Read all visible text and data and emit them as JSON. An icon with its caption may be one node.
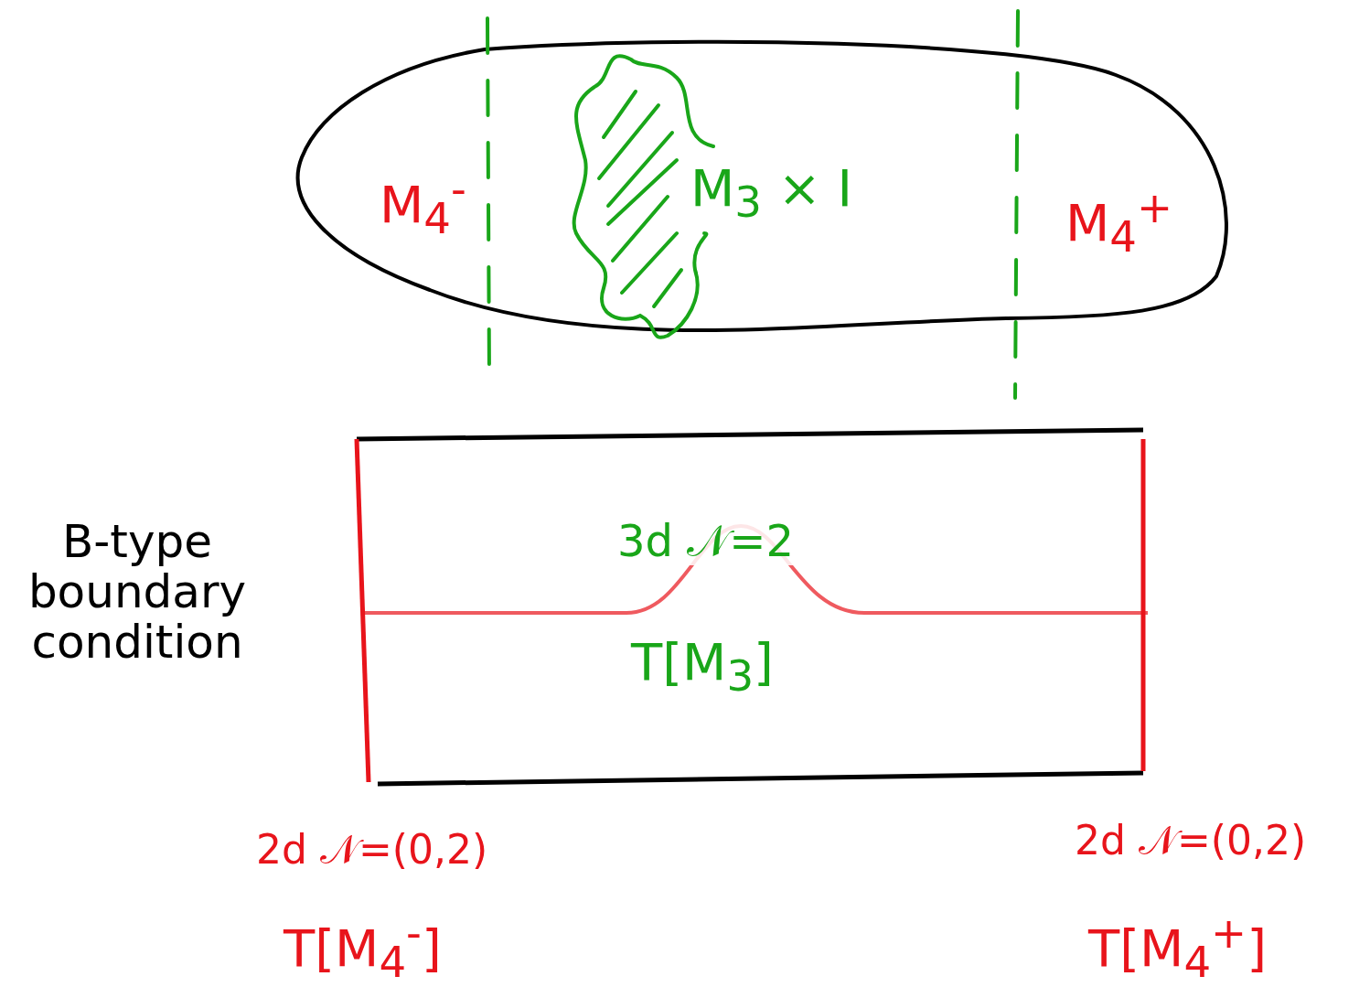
{
  "diagram": {
    "nodes": [
      {
        "text": [
          "M$_{4}$$^{-}$",
          "M$_{4}$$^{+}$"
        ]
      },
      {
        "text": [
          "M$_{3}$ × I"
        ],
        "in": 0
      },
      {
        "text": [
          "3d 𝒩=2",
          "T[M$_{3}$]"
        ]
      }
    ],
    "labels": [
      "B-type boundary condition",
      "2d 𝒩=(0,2)",
      "T[M$_{4}$$^{-}$]",
      "2d 𝒩=(0,2)",
      "T[M$_{4}$$^{+}$]"
    ]
  }
}
